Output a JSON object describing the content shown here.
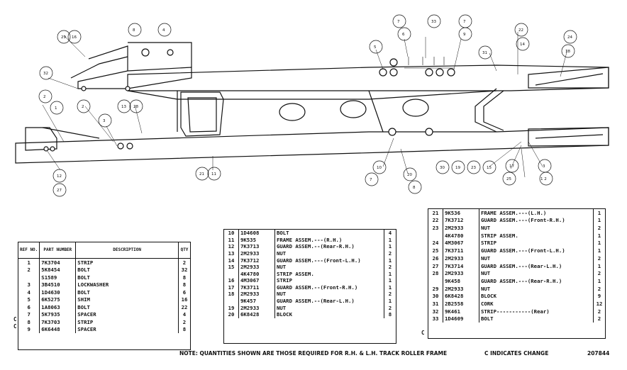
{
  "callouts": {
    "c1": "2",
    "c2": "1",
    "c3": "32",
    "c4": "2",
    "c5": "3",
    "c6": "13",
    "c7": "28",
    "c8": "29",
    "c9": "16",
    "c10": "8",
    "c11": "4",
    "c12": "12",
    "c13": "27",
    "c14": "21",
    "c15": "11",
    "c16": "5",
    "c17": "7",
    "c18": "6",
    "c19": "33",
    "c20": "7",
    "c21": "9",
    "c22": "31",
    "c23": "22",
    "c24": "14",
    "c25": "24",
    "c26": "18",
    "c27": "10",
    "c28": "7",
    "c29": "20",
    "c30": "8",
    "c31": "30",
    "c32": "19",
    "c33": "23",
    "c34": "15",
    "c35": "17",
    "c36": "25",
    "c37": "3",
    "c38": "1",
    "c39": "2"
  },
  "table1": {
    "headers": {
      "ref": "REF NO.",
      "part": "PART NUMBER",
      "desc": "DESCRIPTION",
      "qty": "QTY"
    },
    "rows": [
      {
        "ref": "1",
        "part": "7K3704",
        "desc": "STRIP",
        "qty": "2"
      },
      {
        "ref": "2",
        "part": "5K8454",
        "desc": "BOLT",
        "qty": "32"
      },
      {
        "ref": "",
        "part": "S1589",
        "desc": "BOLT",
        "qty": "8"
      },
      {
        "ref": "3",
        "part": "3B4510",
        "desc": "LOCKWASHER",
        "qty": "8"
      },
      {
        "ref": "4",
        "part": "1D4630",
        "desc": "BOLT",
        "qty": "6"
      },
      {
        "ref": "5",
        "part": "6K5275",
        "desc": "SHIM",
        "qty": "16"
      },
      {
        "ref": "6",
        "part": "1A8063",
        "desc": "BOLT",
        "qty": "22"
      },
      {
        "ref": "7",
        "part": "5K7935",
        "desc": "SPACER",
        "qty": "4"
      },
      {
        "ref": "8",
        "part": "7K3703",
        "desc": "STRIP",
        "qty": "2"
      },
      {
        "ref": "9",
        "part": "6K6448",
        "desc": "SPACER",
        "qty": "8"
      }
    ],
    "change_marker": "C"
  },
  "table2": {
    "rows": [
      {
        "ref": "10",
        "part": "1D4608",
        "desc": "BOLT",
        "qty": "4"
      },
      {
        "ref": "11",
        "part": "9K535",
        "desc": "FRAME ASSEM.---(R.H.)",
        "qty": "1"
      },
      {
        "ref": "12",
        "part": "7K3713",
        "desc": "  GUARD ASSEM.--(Rear-R.H.)",
        "qty": "1"
      },
      {
        "ref": "13",
        "part": "2M2933",
        "desc": "  NUT",
        "qty": "2"
      },
      {
        "ref": "14",
        "part": "7K3712",
        "desc": "  GUARD ASSEM.---(Front-L.H.)",
        "qty": "1"
      },
      {
        "ref": "15",
        "part": "2M2933",
        "desc": "  NUT",
        "qty": "2"
      },
      {
        "ref": "",
        "part": "4K4780",
        "desc": "  STRIP ASSEM.",
        "qty": "1"
      },
      {
        "ref": "16",
        "part": "4M3067",
        "desc": "  STRIP",
        "qty": "1"
      },
      {
        "ref": "17",
        "part": "7K3711",
        "desc": "  GUARD ASSEM.--(Front-R.H.)",
        "qty": "1"
      },
      {
        "ref": "18",
        "part": "2M2933",
        "desc": "  NUT",
        "qty": "2"
      },
      {
        "ref": "",
        "part": "9K457",
        "desc": "  GUARD ASSEM.--(Rear-L.H.)",
        "qty": "1"
      },
      {
        "ref": "19",
        "part": "2M2933",
        "desc": "  NUT",
        "qty": "2"
      },
      {
        "ref": "20",
        "part": "6K8428",
        "desc": "  BLOCK",
        "qty": "8"
      }
    ]
  },
  "table3": {
    "rows": [
      {
        "ref": "21",
        "part": "9K536",
        "desc": "FRAME ASSEM.---(L.H.)",
        "qty": "1"
      },
      {
        "ref": "22",
        "part": "7K3712",
        "desc": "  GUARD ASSEM.---(Front-R.H.)",
        "qty": "1"
      },
      {
        "ref": "23",
        "part": "2M2933",
        "desc": "  NUT",
        "qty": "2"
      },
      {
        "ref": "",
        "part": "4K4780",
        "desc": "  STRIP ASSEM.",
        "qty": "1"
      },
      {
        "ref": "24",
        "part": "4M3067",
        "desc": "  STRIP",
        "qty": "1"
      },
      {
        "ref": "25",
        "part": "7K3711",
        "desc": "  GUARD ASSEM.---(Front-L.H.)",
        "qty": "1"
      },
      {
        "ref": "26",
        "part": "2M2933",
        "desc": "  NUT",
        "qty": "2"
      },
      {
        "ref": "27",
        "part": "7K3714",
        "desc": "  GUARD ASSEM.---(Rear-L.H.)",
        "qty": "1"
      },
      {
        "ref": "28",
        "part": "2M2933",
        "desc": "  NUT",
        "qty": "2"
      },
      {
        "ref": "",
        "part": "9K458",
        "desc": "  GUARD ASSEM.---(Rear-R.H.)",
        "qty": "1"
      },
      {
        "ref": "29",
        "part": "2M2933",
        "desc": "  NUT",
        "qty": "2"
      },
      {
        "ref": "30",
        "part": "6K8428",
        "desc": "  BLOCK",
        "qty": "9"
      },
      {
        "ref": "31",
        "part": "2B2558",
        "desc": "CORK",
        "qty": "12"
      },
      {
        "ref": "32",
        "part": "9K461",
        "desc": "STRIP-----------(Rear)",
        "qty": "2"
      },
      {
        "ref": "33",
        "part": "1D4609",
        "desc": "BOLT",
        "qty": "2"
      }
    ],
    "change_marker": "C"
  },
  "footer": {
    "note": "NOTE:  QUANTITIES SHOWN ARE THOSE REQUIRED FOR R.H. & L.H. TRACK ROLLER FRAME",
    "change": "C INDICATES CHANGE",
    "drawing_no": "207844"
  }
}
